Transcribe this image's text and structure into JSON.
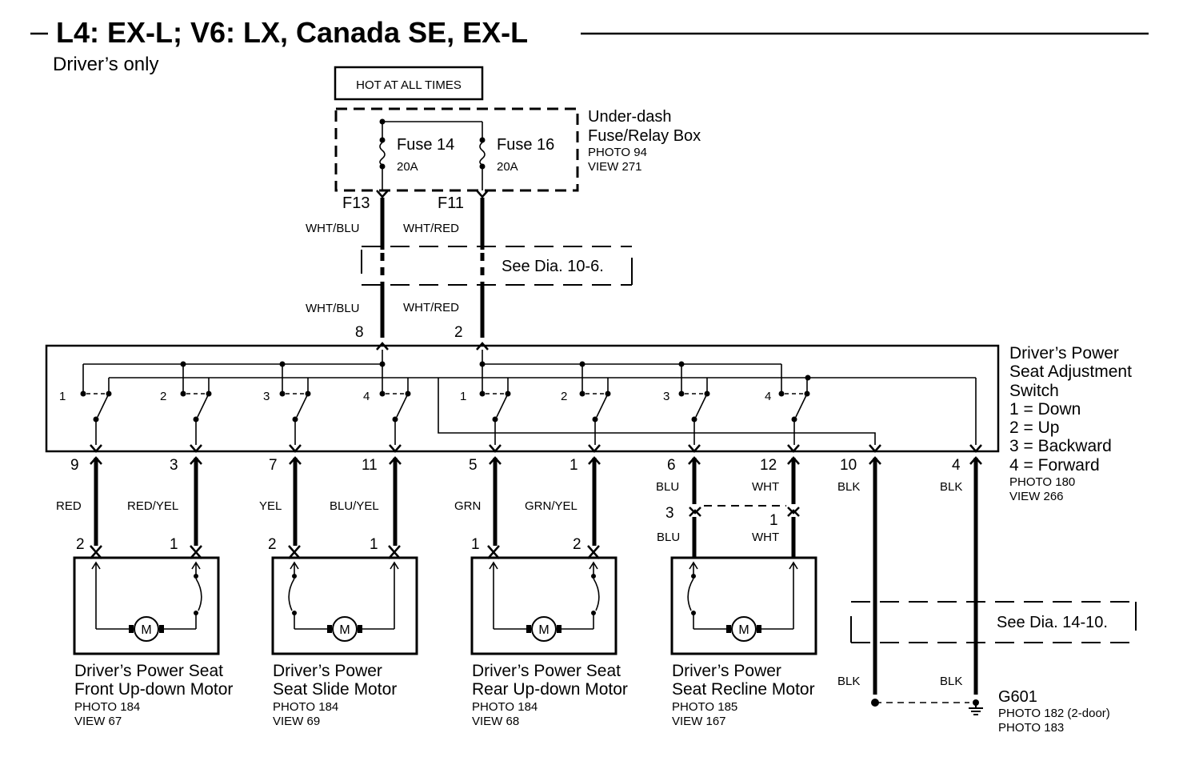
{
  "title": "L4: EX-L; V6: LX, Canada SE, EX-L",
  "subtitle": "Driver’s only",
  "hot_label": "HOT AT ALL TIMES",
  "fuse_box": {
    "name_line1": "Under-dash",
    "name_line2": "Fuse/Relay Box",
    "photo": "PHOTO 94",
    "view": "VIEW 271",
    "fuses": [
      {
        "name": "Fuse 14",
        "rating": "20A",
        "terminal": "F13"
      },
      {
        "name": "Fuse 16",
        "rating": "20A",
        "terminal": "F11"
      }
    ]
  },
  "upper_wires": {
    "left_top": "WHT/BLU",
    "right_top": "WHT/RED",
    "left_bottom": "WHT/BLU",
    "right_bottom": "WHT/RED",
    "see_dia": "See Dia. 10-6.",
    "pin_left": "8",
    "pin_right": "2"
  },
  "switch": {
    "name_line1": "Driver’s Power",
    "name_line2": "Seat Adjustment",
    "name_line3": "Switch",
    "legend": [
      "1 = Down",
      "2 = Up",
      "3 = Backward",
      "4 = Forward"
    ],
    "photo": "PHOTO 180",
    "view": "VIEW 266",
    "positions": [
      "1",
      "2",
      "3",
      "4",
      "1",
      "2",
      "3",
      "4"
    ]
  },
  "bottom_pins": [
    "9",
    "3",
    "7",
    "11",
    "5",
    "1",
    "6",
    "12",
    "10",
    "4"
  ],
  "bottom_wires": [
    "RED",
    "RED/YEL",
    "YEL",
    "BLU/YEL",
    "GRN",
    "GRN/YEL",
    "BLU",
    "WHT",
    "BLK",
    "BLK"
  ],
  "recline_connector": {
    "pin_left": "3",
    "pin_right": "1",
    "wire_left": "BLU",
    "wire_right": "WHT"
  },
  "motor_symbol": "M",
  "motors": [
    {
      "line1": "Driver’s Power Seat",
      "line2": "Front Up-down Motor",
      "photo": "PHOTO 184",
      "view": "VIEW 67",
      "pin_left": "2",
      "pin_right": "1"
    },
    {
      "line1": "Driver’s Power",
      "line2": "Seat Slide Motor",
      "photo": "PHOTO 184",
      "view": "VIEW 69",
      "pin_left": "2",
      "pin_right": "1"
    },
    {
      "line1": "Driver’s Power Seat",
      "line2": "Rear Up-down Motor",
      "photo": "PHOTO 184",
      "view": "VIEW 68",
      "pin_left": "1",
      "pin_right": "2"
    },
    {
      "line1": "Driver’s Power",
      "line2": "Seat Recline Motor",
      "photo": "PHOTO 185",
      "view": "VIEW 167"
    }
  ],
  "ground": {
    "see_dia": "See Dia. 14-10.",
    "wire_left": "BLK",
    "wire_right": "BLK",
    "name": "G601",
    "photo1": "PHOTO 182 (2-door)",
    "photo2": "PHOTO 183"
  }
}
